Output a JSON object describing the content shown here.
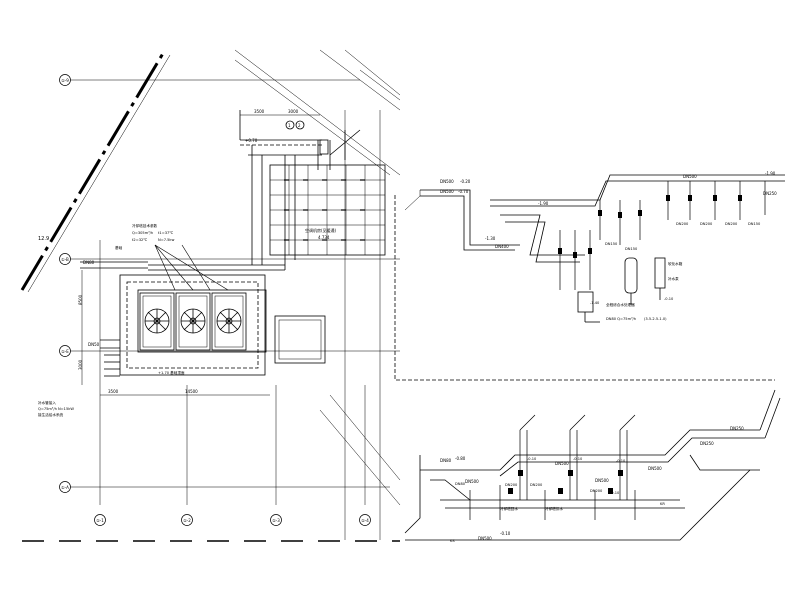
{
  "axes": {
    "rows": [
      {
        "id": "row-1",
        "label": "①-9"
      },
      {
        "id": "row-2",
        "label": "①-B"
      },
      {
        "id": "row-3",
        "label": "①-E"
      },
      {
        "id": "row-4",
        "label": "①-A"
      }
    ],
    "cols": [
      {
        "id": "col-1",
        "label": "①-1"
      },
      {
        "id": "col-2",
        "label": "①-2"
      },
      {
        "id": "col-3",
        "label": "①-3"
      },
      {
        "id": "col-4",
        "label": "①-4"
      }
    ],
    "diag_label": "12.9"
  },
  "plan": {
    "dim_top_a": "3500",
    "dim_top_b": "3000",
    "dim_left_a": "8500",
    "dim_left_b": "3000",
    "dim_bottom_a": "3500",
    "dim_bottom_b": "14500",
    "level_top": "+0.70",
    "pipe_label_left": "DN80",
    "pipe_label_dn50": "DN50",
    "unit_note_1": "冷却塔技术参数",
    "unit_note_2": "Q=305m³/h",
    "unit_note_3": "t1=37℃",
    "unit_note_4": "t2=32℃",
    "unit_note_5": "N=7.5kw",
    "pad_label": "基础",
    "basin_note": "+1.70 基础顶面",
    "left_note_1": "补水管接入",
    "left_note_2": "Q=75m³/h N=15kW",
    "left_note_3": "接生活给水系统",
    "grid_note_1": "空调机房(见暖通)",
    "grid_note_2": "4.734",
    "callout_a": "1",
    "callout_b": "2"
  },
  "system_top": {
    "dn_main_1": "DN500",
    "dn_main_2": "DN500",
    "dn_main_3": "DN500",
    "dn_main_4": "DN400",
    "elev_1": "-0.20",
    "elev_2": "-0.70",
    "elev_3": "-1.90",
    "elev_4": "-1.30",
    "elev_5": "-0.10",
    "elev_6": "-1.40",
    "dn_branch_1": "DN200",
    "dn_branch_2": "DN200",
    "dn_branch_3": "DN200",
    "dn_branch_4": "DN150",
    "dn_branch_5": "DN150",
    "dn_branch_6": "DN150",
    "note_tank": "软化水箱",
    "note_pump": "补水泵",
    "note_treat": "全程综合水处理器",
    "note_treat_2": "DN80 Q=75m³/h",
    "note_treat_3": "(3.5-2.5-1.0)",
    "top_right_label": "DN250",
    "top_right_elev": "-1.90"
  },
  "system_bottom": {
    "dn_1": "DN500",
    "dn_2": "DN500",
    "dn_3": "DN500",
    "dn_4": "DN500",
    "dn_5": "DN500",
    "dn_6": "DN250",
    "dn_7": "DN250",
    "dn_8": "DN200",
    "dn_9": "DN200",
    "dn_10": "DN200",
    "dn_11": "DN80",
    "dn_12": "DN80",
    "elev_1": "-0.80",
    "elev_2": "-0.10",
    "elev_3": "-0.10",
    "elev_4": "-0.10",
    "elev_5": "-0.10",
    "elev_6": "-0.10",
    "note_1": "冷却塔回水",
    "note_2": "冷却塔供水",
    "ks": "KS",
    "kr": "KR"
  }
}
